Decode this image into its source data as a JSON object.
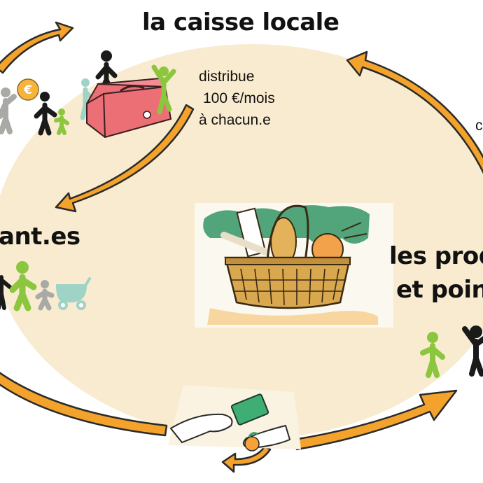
{
  "labels": {
    "caisse_title": "la caisse locale",
    "distribue_line1": "distribue",
    "distribue_line2": "100 €/mois",
    "distribue_line3": "à chacun.e",
    "habitants_fragment": "ant.es",
    "producteurs_line1": "les prod",
    "producteurs_line2": "et poin",
    "edge_fragment": "c"
  },
  "icons": {
    "coin": "euro-coin-icon",
    "cash_box": "cash-box-icon",
    "basket": "basket-icon",
    "stroller": "stroller-icon",
    "hands": "card-exchange-icon"
  },
  "colors": {
    "arrow": "#f3a32b",
    "arrow_outline": "#2a2a2a",
    "ellipse": "#f8ebcf",
    "green_person": "#8cc63f",
    "grey_person": "#a9aaa6",
    "black_person": "#1a1a1a",
    "cash_box": "#ec6f76",
    "coin": "#f6b43d",
    "basket": "#d9a74e",
    "leaf": "#3f9b6e",
    "card": "#3fae75"
  }
}
